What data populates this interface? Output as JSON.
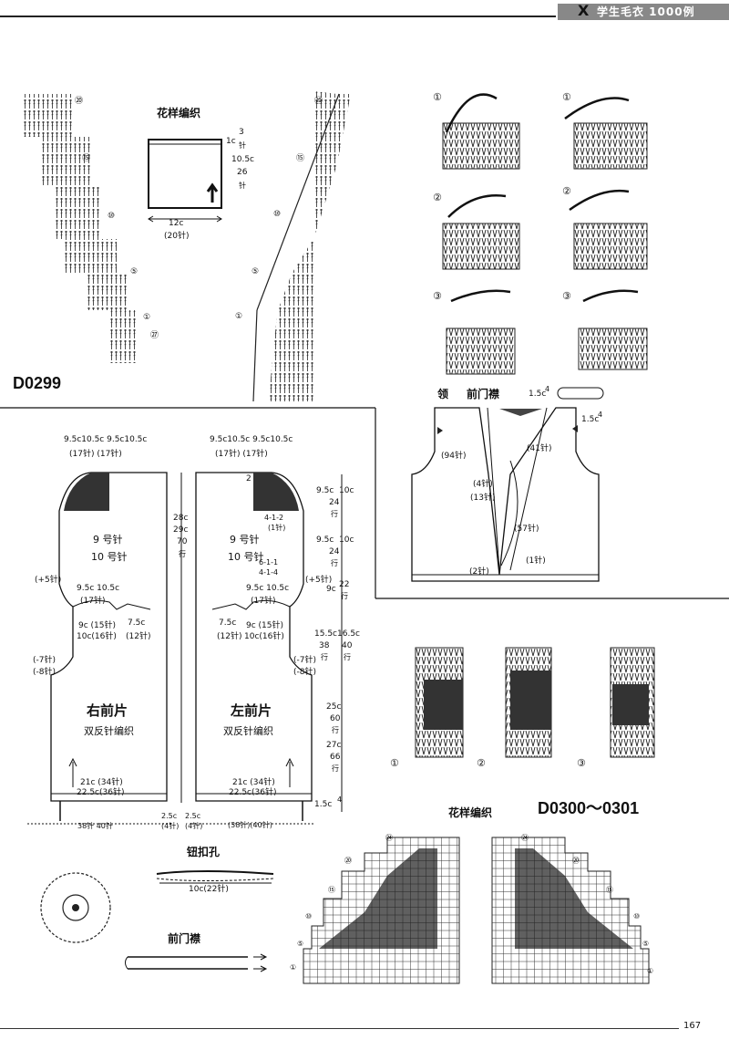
{
  "header": {
    "title": "学生毛衣 1000例",
    "x_mark": "X"
  },
  "page_number": "167",
  "d0299": {
    "code": "D0299",
    "pattern_title": "花样编织",
    "swatch_width": "12c",
    "swatch_width_st": "(20针)",
    "swatch_top": "1c",
    "swatch_top_st": "3",
    "swatch_top_unit": "针",
    "swatch_h": "10.5c",
    "swatch_h_st": "26",
    "swatch_h_unit": "针",
    "row_marks_left": [
      "⑳",
      "⑮",
      "⑩",
      "⑤",
      "①",
      "㉗"
    ],
    "row_marks_right": [
      "⑳",
      "⑮",
      "⑩",
      "⑤",
      "①"
    ]
  },
  "steps": [
    "①",
    "②",
    "③"
  ],
  "vest": {
    "collar_label": "领",
    "placket_label": "前门襟",
    "top": "1.5c",
    "top_st": "4",
    "top_right": "1.5c",
    "top_right_st": "4",
    "armhole_st": "(94针)",
    "v_st": "(41针)",
    "b4": "(4针)",
    "b13": "(13针)",
    "b57": "(57针)",
    "b1": "(1针)",
    "b2": "(2针)"
  },
  "fronts": {
    "top_dims_left": "9.5c10.5c  9.5c10.5c",
    "top_sts_left": "(17针)     (17针)",
    "top_dims_right": "9.5c10.5c  9.5c10.5c",
    "top_sts_right": "(17针)     (17针)",
    "needle9": "9 号针",
    "needle10": "10 号针",
    "plus5": "(+5针)",
    "plus5b": "(+5针)",
    "mid_dim": "9.5c 10.5c",
    "mid_st": "(17针)",
    "w9": "9c (15针)",
    "w10": "10c(16针)",
    "w75": "7.5c",
    "w75_st": "(12针)",
    "minus7": "(-7针)",
    "minus8": "(-8针)",
    "right_name": "右前片",
    "left_name": "左前片",
    "stitch_name": "双反针编织",
    "hem21": "21c (34针)",
    "hem225": "22.5c(36针)",
    "bottom_left": "38针   40针",
    "bottom_right": "(38针)(40针)",
    "b25": "2.5c",
    "b25_st": "(4针)",
    "center_h": "28c",
    "center_h2": "29c",
    "center_st": "70",
    "center_unit": "行",
    "dec1": "4-1-2",
    "dec1b": "(1针)",
    "dec2": "6-1-1",
    "dec2b": "4-1-4",
    "n2": "2",
    "r1": "9.5c",
    "r1b": "10c",
    "r1s": "24",
    "r2": "9.5c",
    "r2b": "10c",
    "r2s": "24",
    "r3": "9c",
    "r3s": "22",
    "r4": "15.5c",
    "r4b": "16.5c",
    "r4s": "38",
    "r4s2": "40",
    "r5": "25c",
    "r5s": "60",
    "r6": "27c",
    "r6s": "66",
    "r7": "1.5c",
    "r7s": "4",
    "unit_row": "行"
  },
  "button": {
    "title": "钮扣孔",
    "dim": "10c(22针)"
  },
  "placket": {
    "title": "前门襟"
  },
  "d0300": {
    "code": "D0300～0301",
    "pattern_title": "花样编织",
    "marks_left": [
      "㉔",
      "⑳",
      "⑮",
      "⑩",
      "⑤",
      "①"
    ],
    "marks_right": [
      "㉔",
      "⑳",
      "⑮",
      "⑩",
      "⑤",
      "①"
    ]
  },
  "stripe_steps": [
    "①",
    "②",
    "③"
  ]
}
